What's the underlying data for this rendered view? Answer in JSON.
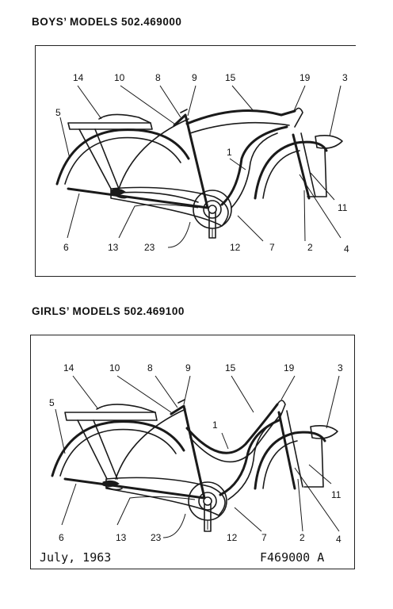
{
  "boys": {
    "title": "BOYS’ MODELS 502.469000",
    "callouts": [
      "14",
      "10",
      "8",
      "9",
      "15",
      "19",
      "3",
      "5",
      "1",
      "11",
      "6",
      "13",
      "23",
      "12",
      "7",
      "2",
      "4"
    ]
  },
  "girls": {
    "title": "GIRLS’ MODELS 502.469100",
    "callouts": [
      "14",
      "10",
      "8",
      "9",
      "15",
      "19",
      "3",
      "5",
      "1",
      "11",
      "6",
      "13",
      "23",
      "12",
      "7",
      "2",
      "4"
    ]
  },
  "footer": {
    "date": "July, 1963",
    "code": "F469000 A"
  }
}
